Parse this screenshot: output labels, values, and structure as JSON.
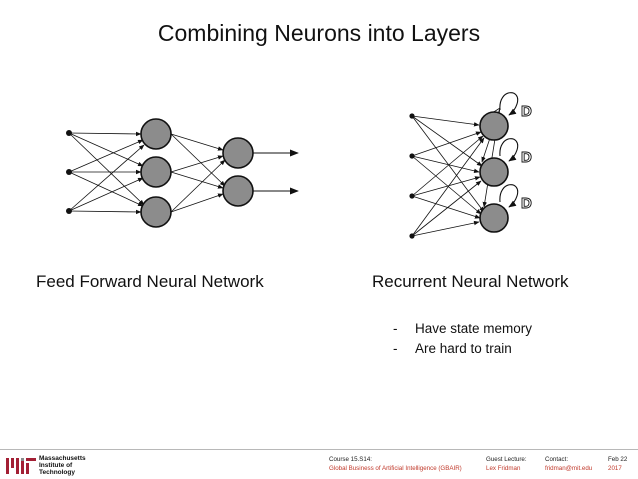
{
  "slide": {
    "title": "Combining Neurons into Layers",
    "feedforward_caption": "Feed Forward Neural Network",
    "recurrent_caption": "Recurrent Neural Network",
    "bullets": [
      {
        "dash": "-",
        "text": "Have state memory"
      },
      {
        "dash": "-",
        "text": "Are hard to train"
      }
    ],
    "delay_label": "D"
  },
  "footer": {
    "institution_lines": [
      "Massachusetts",
      "Institute of",
      "Technology"
    ],
    "course_label": "Course 15.S14:",
    "course_name": "Global Business of Artificial Intelligence (GBAIR)",
    "guest_label": "Guest Lecture:",
    "guest_name": "Lex Fridman",
    "contact_label": "Contact:",
    "contact_email": "fridman@mit.edu",
    "date_line1": "Feb 22",
    "date_line2": "2017"
  },
  "colors": {
    "neuron_fill": "#8c8c8c",
    "line": "#111111",
    "footer_accent": "#c0392b",
    "logo_red": "#a31f34",
    "logo_gray": "#8a8b8c"
  }
}
